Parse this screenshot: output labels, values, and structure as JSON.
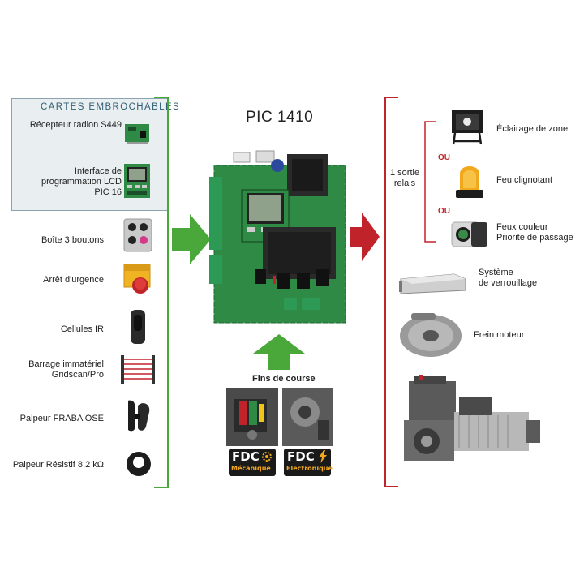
{
  "board_title": "PIC 1410",
  "inputs": {
    "cards_title": "CARTES EMBROCHABLES",
    "cards": [
      {
        "label": "Récepteur radion S449"
      },
      {
        "label": "Interface de programmation LCD PIC 16",
        "lines": [
          "Interface de",
          "programmation LCD",
          "PIC 16"
        ]
      }
    ],
    "devices": [
      {
        "label": "Boîte 3 boutons"
      },
      {
        "label": "Arrêt d'urgence"
      },
      {
        "label": "Cellules IR"
      },
      {
        "label": "Barrage immatériel Gridscan/Pro",
        "lines": [
          "Barrage immatériel",
          "Gridscan/Pro"
        ]
      },
      {
        "label": "Palpeur FRABA OSE"
      },
      {
        "label": "Palpeur Résistif 8,2 kΩ"
      }
    ]
  },
  "limit_switches": {
    "title": "Fins de course",
    "badges": [
      {
        "big": "FDC",
        "small": "Mécanique"
      },
      {
        "big": "FDC",
        "small": "Electronique"
      }
    ]
  },
  "outputs": {
    "relay_label": "1 sortie relais",
    "relay_lines": [
      "1 sortie",
      "relais"
    ],
    "or_label": "OU",
    "relay_options": [
      {
        "label": "Éclairage de zone"
      },
      {
        "label": "Feu clignotant"
      },
      {
        "label": "Feux couleur Priorité de passage",
        "lines": [
          "Feux couleur",
          "Priorité de passage"
        ]
      }
    ],
    "other": [
      {
        "label": "Système de verrouillage",
        "lines": [
          "Système",
          "de verrouillage"
        ]
      },
      {
        "label": "Frein moteur"
      }
    ]
  },
  "colors": {
    "input_accent": "#4aa83a",
    "output_accent": "#c0242a",
    "cards_panel_bg": "#e9eef0",
    "cards_panel_border": "#8aa3ae",
    "board_green": "#2e8a44"
  }
}
